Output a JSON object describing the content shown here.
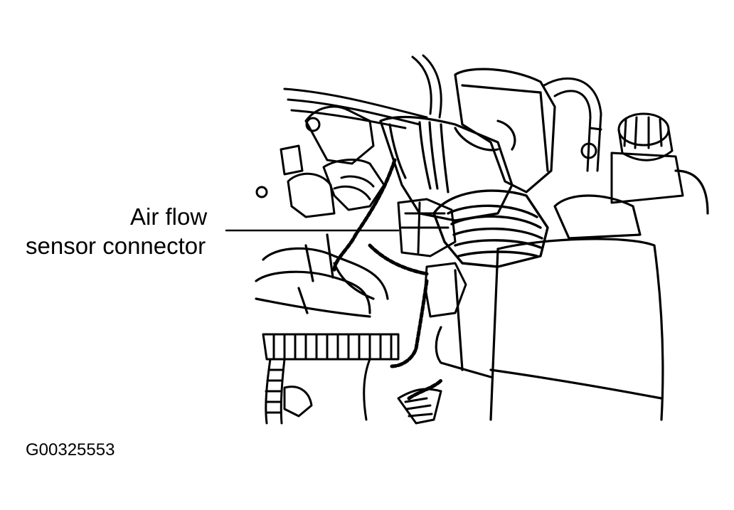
{
  "callout": {
    "line1": "Air flow",
    "line2": "sensor connector"
  },
  "figure_id": "G00325553",
  "colors": {
    "ink": "#000000",
    "paper": "#ffffff"
  }
}
